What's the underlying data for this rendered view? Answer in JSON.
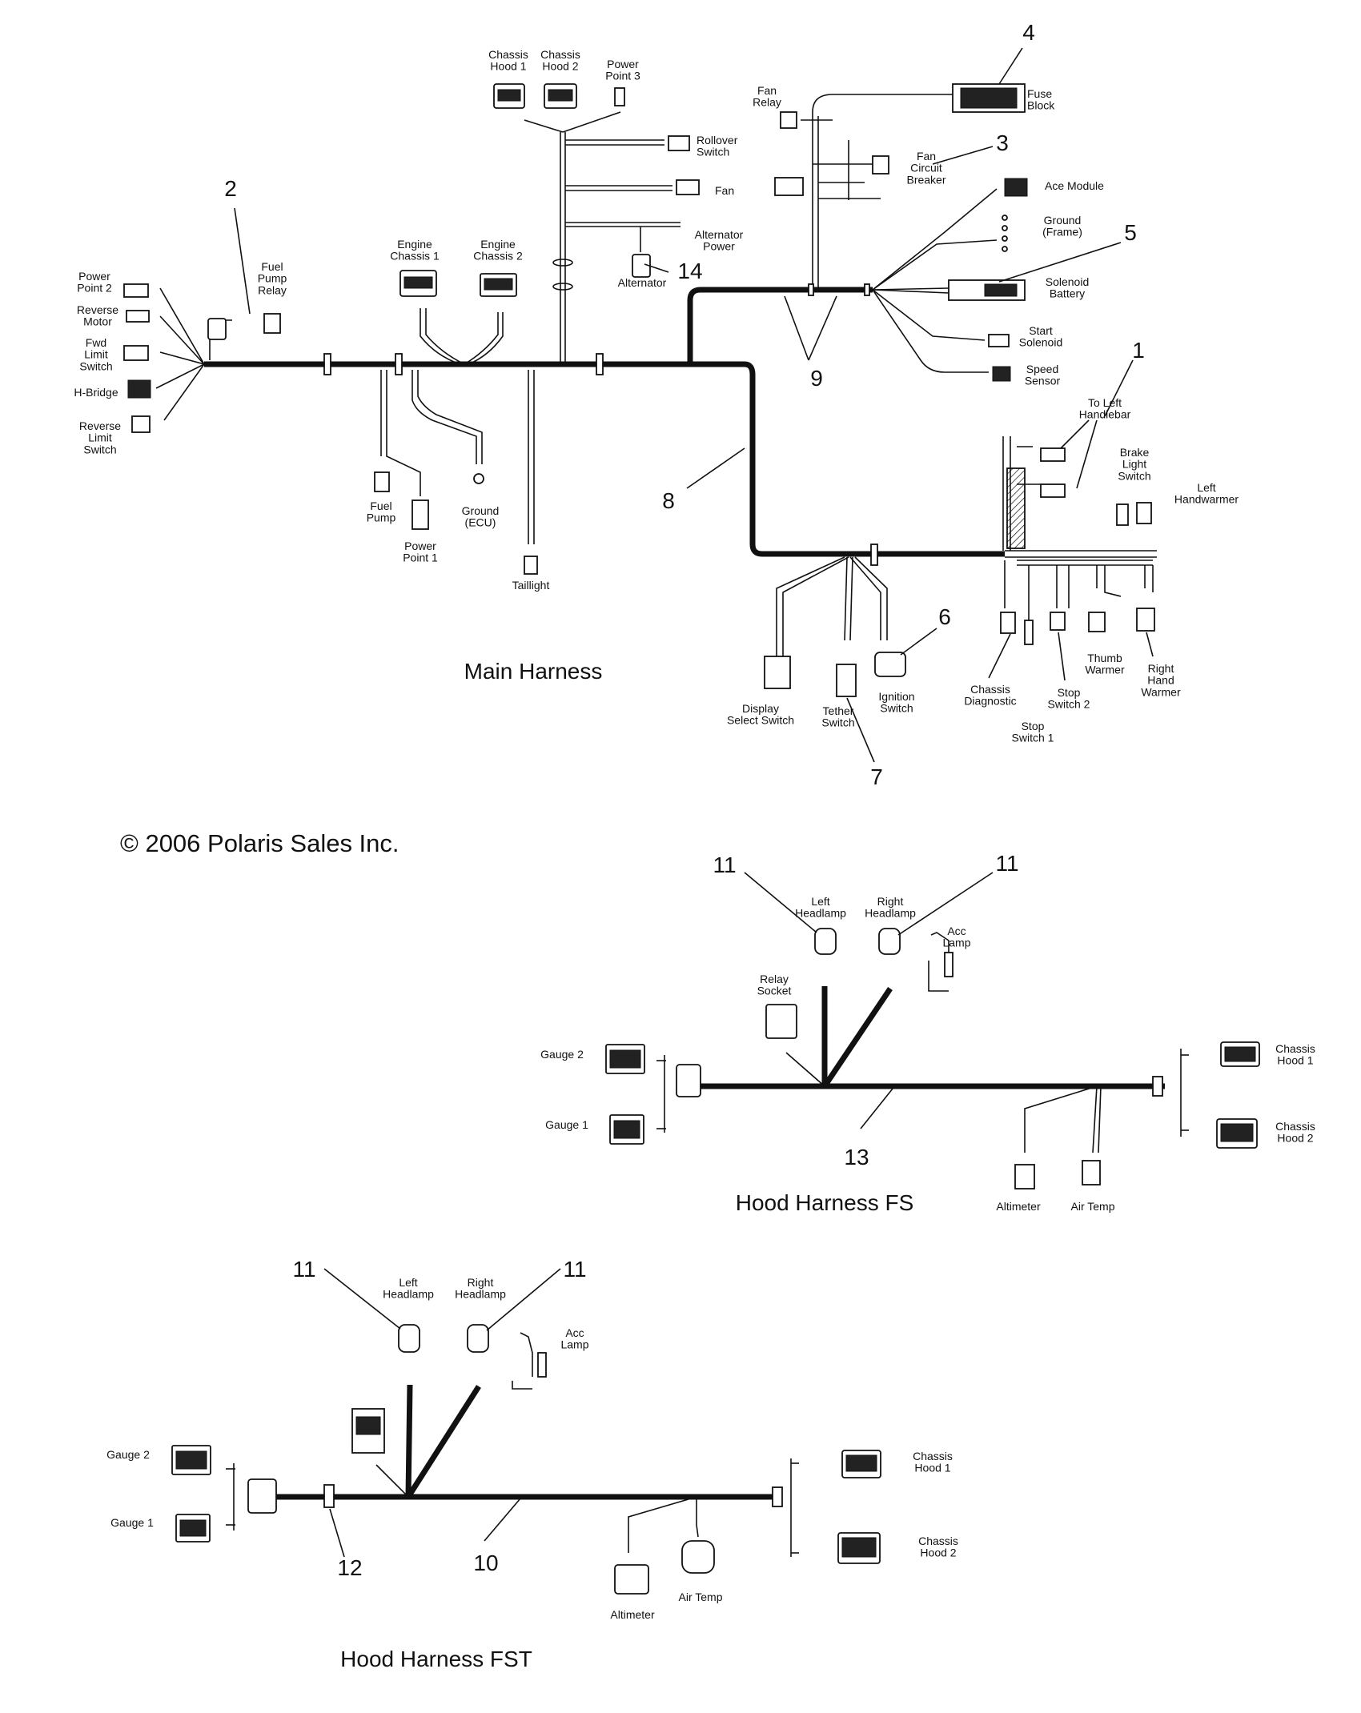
{
  "titles": {
    "main": "Main Harness",
    "hood_fs": "Hood Harness  FS",
    "hood_fst": "Hood Harness  FST"
  },
  "copyright": "© 2006 Polaris Sales Inc.",
  "main_labels": {
    "chassis_hood_1": [
      "Chassis",
      "Hood 1"
    ],
    "chassis_hood_2": [
      "Chassis",
      "Hood 2"
    ],
    "power_point_3": [
      "Power",
      "Point 3"
    ],
    "fan_relay": [
      "Fan",
      "Relay"
    ],
    "fuse_block": [
      "Fuse",
      "Block"
    ],
    "fan_circuit_breaker": [
      "Fan",
      "Circuit",
      "Breaker"
    ],
    "rollover_switch": [
      "Rollover",
      "Switch"
    ],
    "fan": [
      "Fan"
    ],
    "ace_module": [
      "Ace Module"
    ],
    "ground_frame": [
      "Ground",
      "(Frame)"
    ],
    "alternator_power": [
      "Alternator",
      "Power"
    ],
    "alternator": [
      "Alternator"
    ],
    "solenoid_battery": [
      "Solenoid",
      "Battery"
    ],
    "start_solenoid": [
      "Start",
      "Solenoid"
    ],
    "speed_sensor": [
      "Speed",
      "Sensor"
    ],
    "engine_chassis_1": [
      "Engine",
      "Chassis 1"
    ],
    "engine_chassis_2": [
      "Engine",
      "Chassis 2"
    ],
    "power_point_2": [
      "Power",
      "Point 2"
    ],
    "reverse_motor": [
      "Reverse",
      "Motor"
    ],
    "fwd_limit_switch": [
      "Fwd",
      "Limit",
      "Switch"
    ],
    "h_bridge": [
      "H-Bridge"
    ],
    "reverse_limit_switch": [
      "Reverse",
      "Limit",
      "Switch"
    ],
    "fuel_pump_relay": [
      "Fuel",
      "Pump",
      "Relay"
    ],
    "fuel_pump": [
      "Fuel",
      "Pump"
    ],
    "power_point_1": [
      "Power",
      "Point 1"
    ],
    "ground_ecu": [
      "Ground",
      "(ECU)"
    ],
    "taillight": [
      "Taillight"
    ],
    "to_left_handlebar": [
      "To Left",
      "Handlebar"
    ],
    "brake_light_switch": [
      "Brake",
      "Light",
      "Switch"
    ],
    "left_handwarmer": [
      "Left",
      "Handwarmer"
    ],
    "chassis_diagnostic": [
      "Chassis",
      "Diagnostic"
    ],
    "stop_switch_1": [
      "Stop",
      "Switch 1"
    ],
    "stop_switch_2": [
      "Stop",
      "Switch 2"
    ],
    "thumb_warmer": [
      "Thumb",
      "Warmer"
    ],
    "right_hand_warmer": [
      "Right",
      "Hand",
      "Warmer"
    ],
    "display_select_switch": [
      "Display",
      "Select Switch"
    ],
    "tether_switch": [
      "Tether",
      "Switch"
    ],
    "ignition_switch": [
      "Ignition",
      "Switch"
    ]
  },
  "hood_labels": {
    "left_headlamp": [
      "Left",
      "Headlamp"
    ],
    "right_headlamp": [
      "Right",
      "Headlamp"
    ],
    "acc_lamp": [
      "Acc",
      "Lamp"
    ],
    "relay_socket": [
      "Relay",
      "Socket"
    ],
    "gauge_2": [
      "Gauge 2"
    ],
    "gauge_1": [
      "Gauge 1"
    ],
    "chassis_hood_1": [
      "Chassis",
      "Hood 1"
    ],
    "chassis_hood_2": [
      "Chassis",
      "Hood 2"
    ],
    "altimeter": [
      "Altimeter"
    ],
    "air_temp": [
      "Air Temp"
    ]
  },
  "callouts": {
    "c1": "1",
    "c2": "2",
    "c3": "3",
    "c4": "4",
    "c5": "5",
    "c6": "6",
    "c7": "7",
    "c8": "8",
    "c9": "9",
    "c10": "10",
    "c11": "11",
    "c12": "12",
    "c13": "13",
    "c14": "14"
  }
}
